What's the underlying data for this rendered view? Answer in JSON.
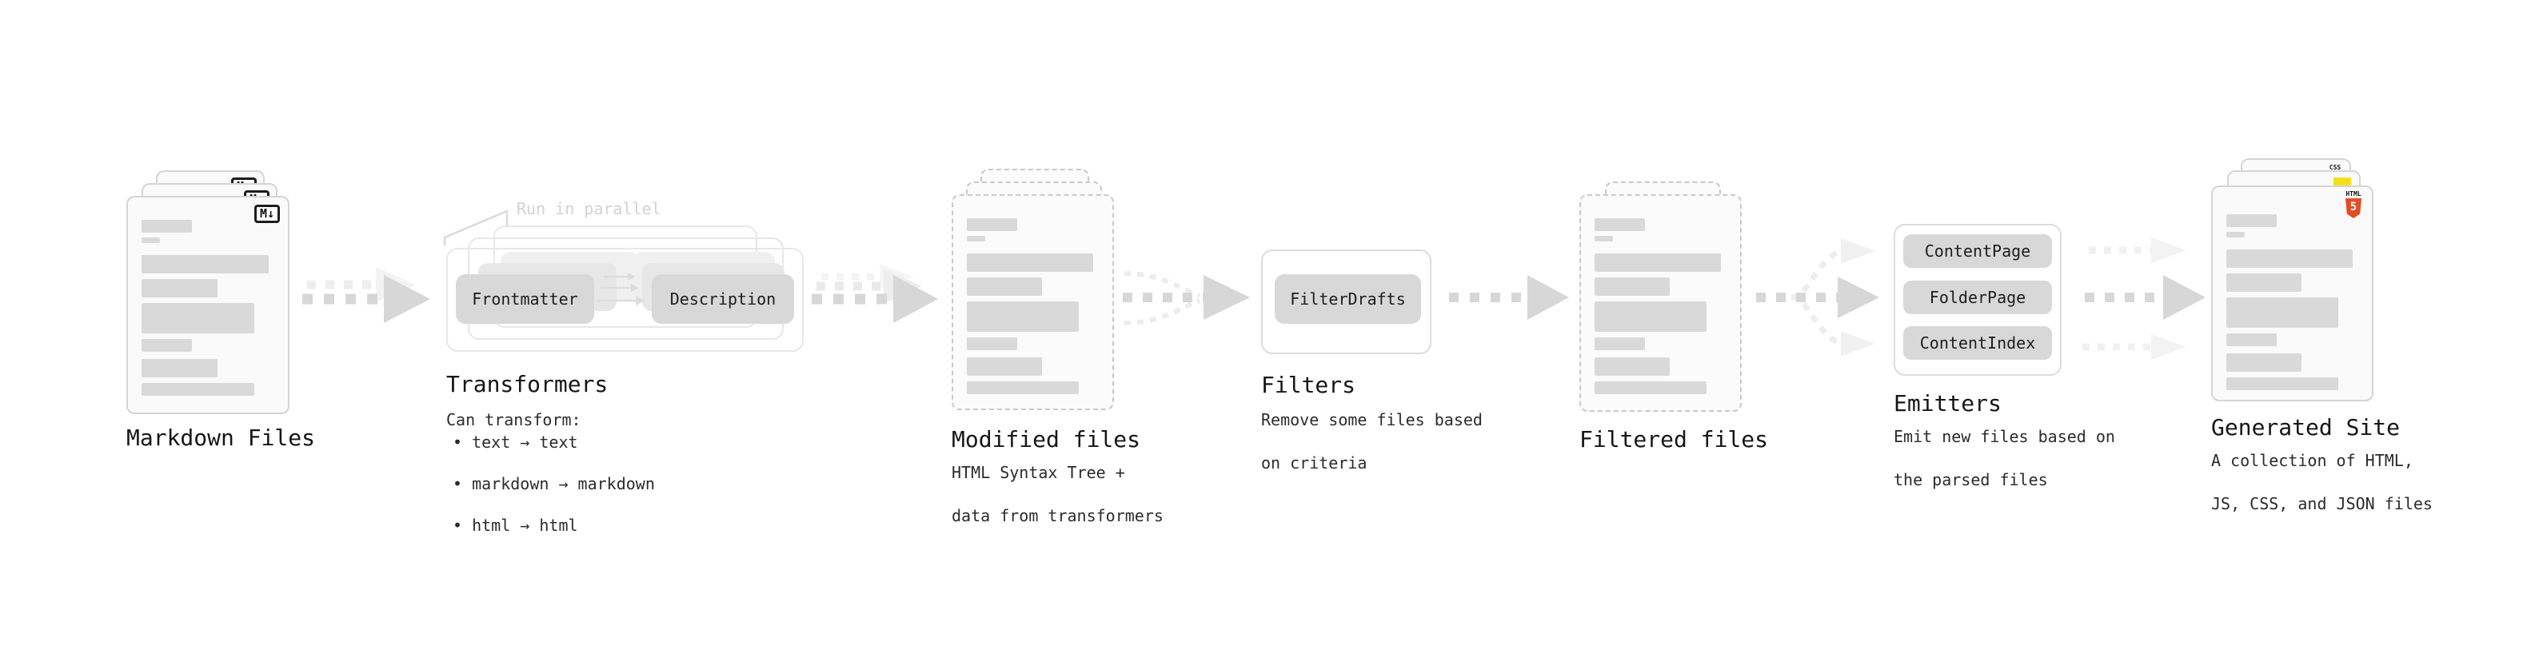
{
  "colors": {
    "html5_orange": "#e44d26",
    "js_yellow": "#f7df1e",
    "css_blue": "#2966f2",
    "arrow_gray": "#d7d7d7",
    "card_border": "#d5d5d5",
    "box_fill": "#d8d8d8"
  },
  "nodes": {
    "markdown": {
      "label": "Markdown Files",
      "badge": "M↓"
    },
    "transformers": {
      "label": "Transformers",
      "annotation": "Run in parallel",
      "box1": "Frontmatter",
      "box2": "Description",
      "desc_title": "Can transform:",
      "bullet1": "• text → text",
      "bullet2": "• markdown → markdown",
      "bullet3": "• html → html"
    },
    "modified": {
      "label": "Modified files",
      "desc1": "HTML Syntax Tree +",
      "desc2": "data from transformers"
    },
    "filters": {
      "label": "Filters",
      "box1": "FilterDrafts",
      "desc1": "Remove some files based",
      "desc2": "on criteria"
    },
    "filtered": {
      "label": "Filtered files"
    },
    "emitters": {
      "label": "Emitters",
      "box1": "ContentPage",
      "box2": "FolderPage",
      "box3": "ContentIndex",
      "desc1": "Emit new files based on",
      "desc2": "the parsed files"
    },
    "generated": {
      "label": "Generated Site",
      "desc1": "A collection of HTML,",
      "desc2": "JS, CSS, and JSON files",
      "css_badge": "CSS",
      "html_badge": "HTML",
      "html_number": "5"
    }
  }
}
